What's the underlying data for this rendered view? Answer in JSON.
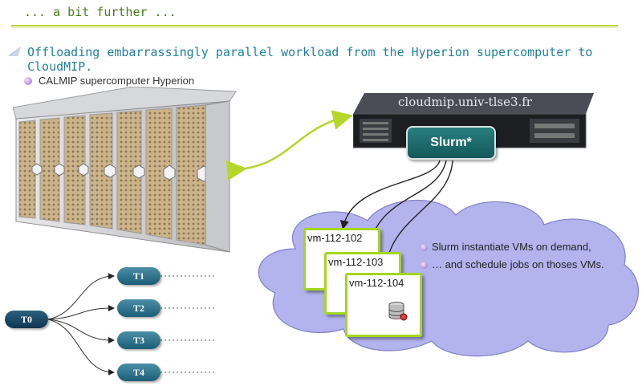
{
  "slide": {
    "title": "... a bit further ...",
    "headline": "Offloading embarrassingly parallel workload from the Hyperion supercomputer to CloudMIP.",
    "supercomputer_caption": "CALMIP supercomputer Hyperion"
  },
  "server": {
    "label": "cloudmip.univ-tlse3.fr",
    "scheduler_label": "Slurm*"
  },
  "vms": [
    {
      "label": "vm-112-102"
    },
    {
      "label": "vm-112-103"
    },
    {
      "label": "vm-112-104"
    }
  ],
  "cloud_notes": [
    "Slurm instantiate VMs on demand,",
    "… and schedule jobs on thoses VMs."
  ],
  "tasks": {
    "root": "T0",
    "children": [
      "T1",
      "T2",
      "T3",
      "T4"
    ]
  },
  "colors": {
    "accent_green": "#a5d51e",
    "title_green": "#4a7d1c",
    "headline_blue": "#1f7fa0",
    "cloud": "#b3b3ee",
    "slurm": "#1c6b6c"
  }
}
